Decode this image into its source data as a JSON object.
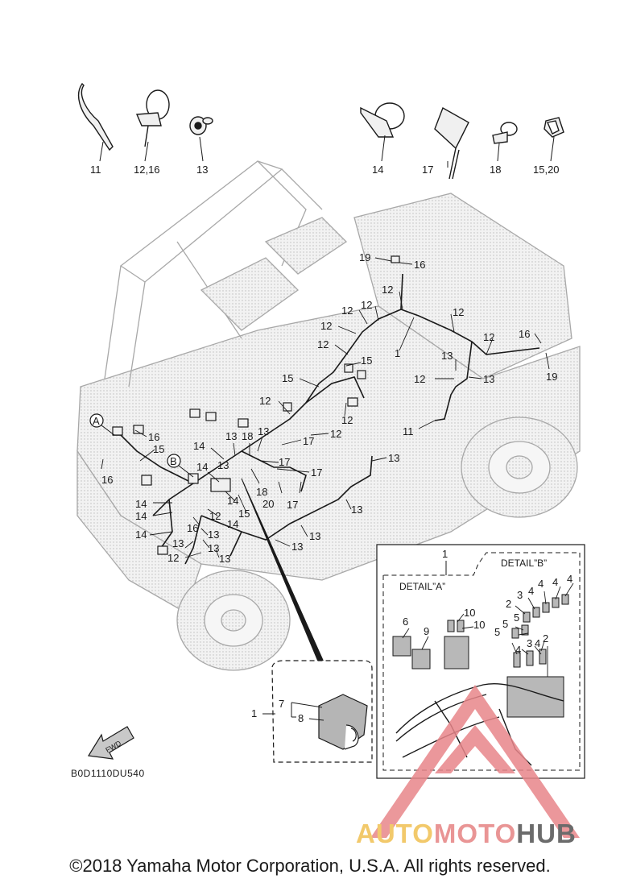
{
  "clips_row": [
    {
      "num": "11",
      "icon": "band-tie-icon"
    },
    {
      "num": "12,16",
      "icon": "loop-clamp-icon"
    },
    {
      "num": "13",
      "icon": "clip-icon"
    },
    {
      "num": "14",
      "icon": "band-clamp-icon"
    },
    {
      "num": "17",
      "icon": "long-strap-icon"
    },
    {
      "num": "18",
      "icon": "small-clamp-icon"
    },
    {
      "num": "15,20",
      "icon": "square-clamp-icon"
    }
  ],
  "markers": {
    "a": "A",
    "b": "B"
  },
  "callouts_main": [
    "19",
    "16",
    "12",
    "12",
    "12",
    "12",
    "12",
    "12",
    "12",
    "15",
    "1",
    "13",
    "12",
    "13",
    "16",
    "19",
    "15",
    "12",
    "12",
    "11",
    "16",
    "15",
    "16",
    "14",
    "13",
    "18",
    "13",
    "17",
    "12",
    "14",
    "17",
    "17",
    "13",
    "14",
    "18",
    "20",
    "17",
    "14",
    "14",
    "12",
    "14",
    "16",
    "13",
    "15",
    "13",
    "14",
    "13",
    "12",
    "13",
    "13",
    "13",
    "13"
  ],
  "detail_box": {
    "title_a": "DETAIL”A”",
    "title_b": "DETAIL”B”",
    "callout_1": "1",
    "callouts": [
      "2",
      "3",
      "4",
      "4",
      "4",
      "10",
      "10",
      "6",
      "9",
      "5",
      "5",
      "5",
      "3",
      "4",
      "4",
      "2"
    ]
  },
  "inset": {
    "c1": "1",
    "c7": "7",
    "c8": "8"
  },
  "fwd_label": "FWD",
  "diagram_code": "B0D1110DU540",
  "watermark": {
    "part1": "AUTO",
    "part2": "MOTO",
    "part3": "HUB"
  },
  "copyright": "©2018 Yamaha Motor Corporation, U.S.A. All rights reserved.",
  "colors": {
    "line": "#1a1a1a",
    "vehicle_fill": "#ececec",
    "vehicle_stroke": "#a8a8a8",
    "watermark_red": "#e8868a",
    "watermark_yellow": "#f2c96b"
  }
}
